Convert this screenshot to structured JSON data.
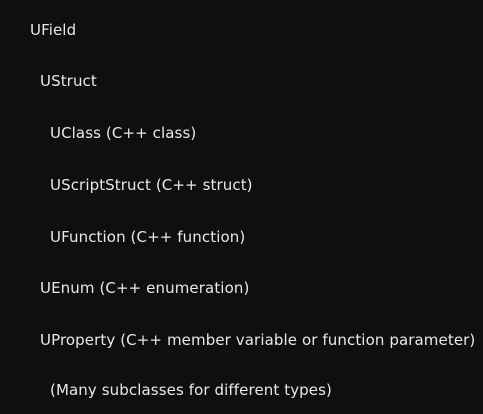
{
  "hierarchy": {
    "items": [
      {
        "label": "UField"
      },
      {
        "label": "UStruct"
      },
      {
        "label": "UClass (C++ class)"
      },
      {
        "label": "UScriptStruct (C++ struct)"
      },
      {
        "label": "UFunction (C++ function)"
      },
      {
        "label": "UEnum (C++ enumeration)"
      },
      {
        "label": "UProperty (C++ member variable or function parameter)"
      },
      {
        "label": "(Many subclasses for different types)"
      }
    ]
  }
}
